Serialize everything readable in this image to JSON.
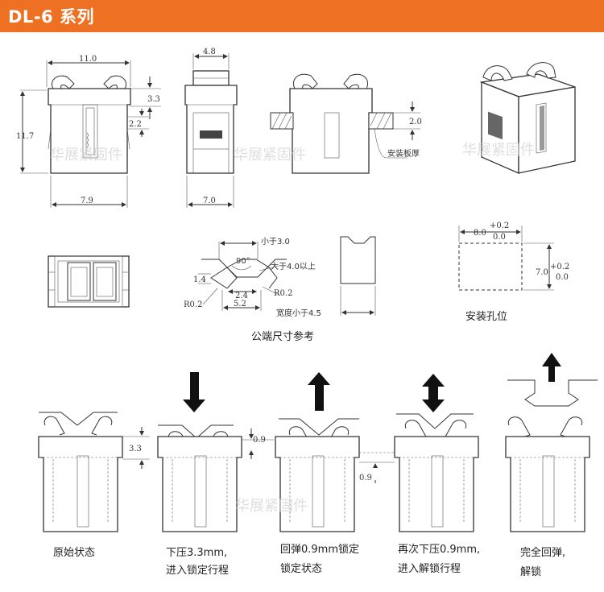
{
  "header": {
    "title": "DL-6 系列",
    "color": "#ee7123"
  },
  "watermark": "华展紧固件",
  "top_views": {
    "front": {
      "width": "11.0",
      "height": "11.7",
      "top_offset": "3.3",
      "mid": "2.2",
      "base": "7.9"
    },
    "side": {
      "top": "4.8",
      "base": "7.0"
    },
    "mounted": {
      "thickness": "2.0",
      "plate_label": "安装板厚"
    }
  },
  "male_end": {
    "caption": "公端尺寸参考",
    "labels": {
      "small_top": "小于3.0",
      "angle": "90°",
      "big": "大于4.0以上",
      "left": "1.4",
      "r_right": "R0.2",
      "r_left": "R0.2",
      "mid": "2.4",
      "bottom": "5.2",
      "width": "宽度小于4.5"
    }
  },
  "hole": {
    "caption": "安装孔位",
    "width": "8.0",
    "width_tol_upper": "+0.2",
    "width_tol_lower": "0.0",
    "height": "7.0",
    "height_tol_upper": "+0.2",
    "height_tol_lower": "0.0"
  },
  "sequence": {
    "dims": {
      "press": "3.3",
      "rebound": "0.9",
      "repress": "0.9"
    },
    "steps": [
      {
        "line1": "原始状态",
        "line2": ""
      },
      {
        "line1": "下压3.3mm,",
        "line2": "进入锁定行程"
      },
      {
        "line1": "回弹0.9mm锁定",
        "line2": "锁定状态"
      },
      {
        "line1": "再次下压0.9mm,",
        "line2": "进入解锁行程"
      },
      {
        "line1": "完全回弹,",
        "line2": "解锁"
      }
    ]
  }
}
